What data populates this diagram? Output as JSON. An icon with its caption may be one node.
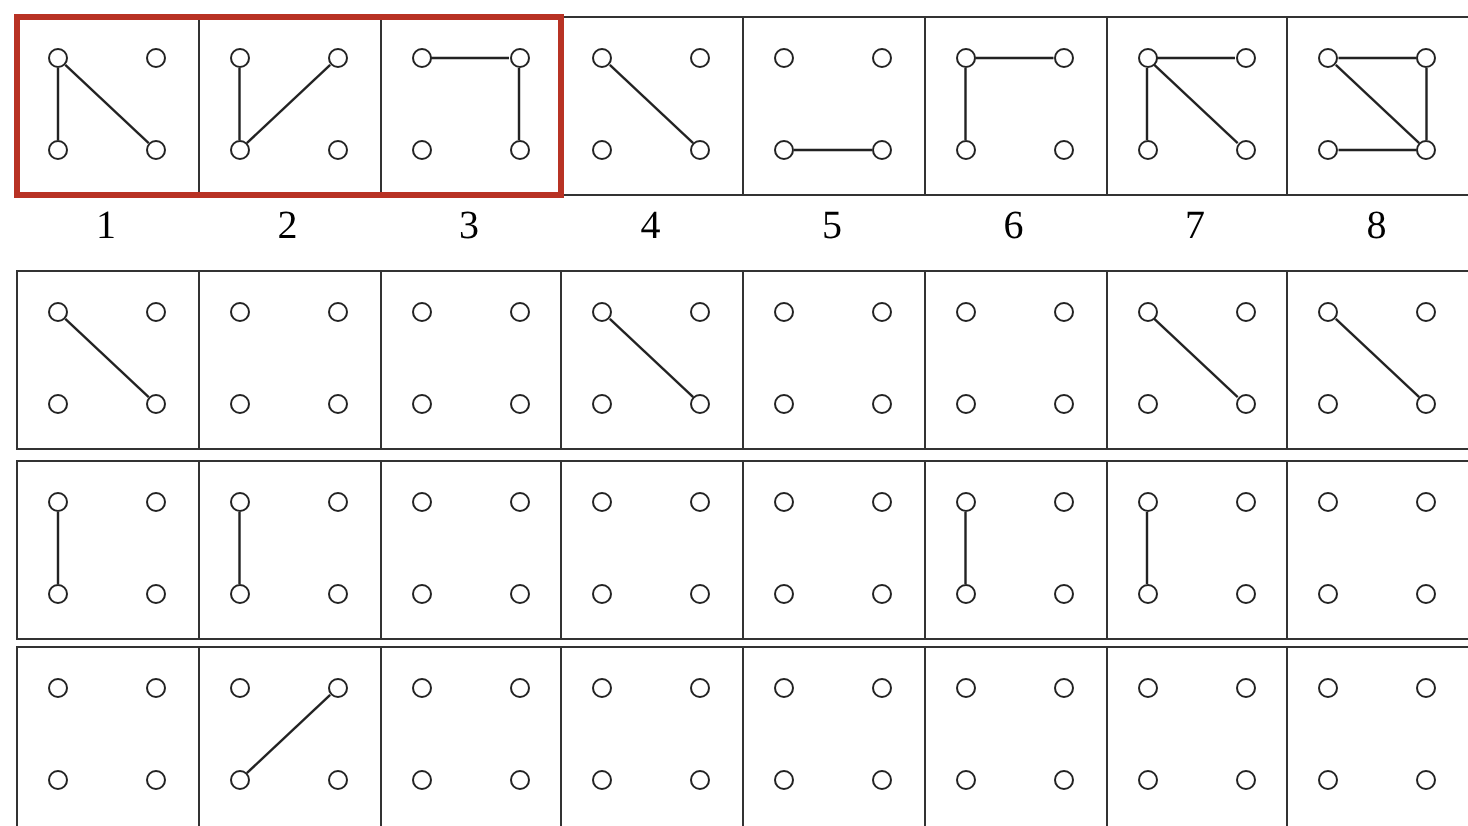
{
  "diagram": {
    "nodes": [
      {
        "text": [],
        "shape": "circle"
      },
      {
        "text": [],
        "shape": "circle"
      },
      {
        "text": [],
        "shape": "circle"
      },
      {
        "text": [],
        "shape": "circle"
      },
      {
        "text": [],
        "shape": "circle"
      },
      {
        "text": [],
        "shape": "circle"
      },
      {
        "text": [],
        "shape": "circle"
      },
      {
        "text": [],
        "shape": "circle"
      },
      {
        "text": [],
        "shape": "circle"
      },
      {
        "text": [],
        "shape": "circle"
      },
      {
        "text": [],
        "shape": "circle"
      },
      {
        "text": [],
        "shape": "circle"
      },
      {
        "text": [],
        "shape": "circle"
      },
      {
        "text": [],
        "shape": "circle"
      },
      {
        "text": [],
        "shape": "circle"
      },
      {
        "text": [],
        "shape": "circle"
      },
      {
        "text": [],
        "shape": "circle"
      },
      {
        "text": [],
        "shape": "circle"
      },
      {
        "text": [],
        "shape": "circle"
      },
      {
        "text": [],
        "shape": "circle"
      },
      {
        "text": [],
        "shape": "circle"
      },
      {
        "text": [],
        "shape": "circle"
      },
      {
        "text": [],
        "shape": "circle"
      },
      {
        "text": [],
        "shape": "circle"
      },
      {
        "text": [],
        "shape": "circle"
      },
      {
        "text": [],
        "shape": "circle"
      },
      {
        "text": [],
        "shape": "circle"
      },
      {
        "text": [],
        "shape": "circle"
      },
      {
        "text": [],
        "shape": "circle"
      },
      {
        "text": [],
        "shape": "circle"
      },
      {
        "text": [],
        "shape": "circle"
      },
      {
        "text": [],
        "shape": "circle"
      },
      {
        "text": [],
        "shape": "circle"
      },
      {
        "text": [],
        "shape": "circle"
      },
      {
        "text": [],
        "shape": "circle"
      },
      {
        "text": [],
        "shape": "circle"
      },
      {
        "text": [],
        "shape": "circle"
      },
      {
        "text": [],
        "shape": "circle"
      },
      {
        "text": [],
        "shape": "circle"
      },
      {
        "text": [],
        "shape": "circle"
      },
      {
        "text": [],
        "shape": "circle"
      },
      {
        "text": [],
        "shape": "circle"
      },
      {
        "text": [],
        "shape": "circle"
      },
      {
        "text": [],
        "shape": "circle"
      },
      {
        "text": [],
        "shape": "circle"
      },
      {
        "text": [],
        "shape": "circle"
      },
      {
        "text": [],
        "shape": "circle"
      },
      {
        "text": [],
        "shape": "circle"
      },
      {
        "text": [],
        "shape": "circle"
      },
      {
        "text": [],
        "shape": "circle"
      },
      {
        "text": [],
        "shape": "circle"
      },
      {
        "text": [],
        "shape": "circle"
      },
      {
        "text": [],
        "shape": "circle"
      },
      {
        "text": [],
        "shape": "circle"
      },
      {
        "text": [],
        "shape": "circle"
      },
      {
        "text": [],
        "shape": "circle"
      },
      {
        "text": [],
        "shape": "circle"
      },
      {
        "text": [],
        "shape": "circle"
      },
      {
        "text": [],
        "shape": "circle"
      },
      {
        "text": [],
        "shape": "circle"
      },
      {
        "text": [],
        "shape": "circle"
      },
      {
        "text": [],
        "shape": "circle"
      },
      {
        "text": [],
        "shape": "circle"
      },
      {
        "text": [],
        "shape": "circle"
      },
      {
        "text": [],
        "shape": "circle"
      },
      {
        "text": [],
        "shape": "circle"
      },
      {
        "text": [],
        "shape": "circle"
      },
      {
        "text": [],
        "shape": "circle"
      },
      {
        "text": [],
        "shape": "circle"
      },
      {
        "text": [],
        "shape": "circle"
      },
      {
        "text": [],
        "shape": "circle"
      },
      {
        "text": [],
        "shape": "circle"
      },
      {
        "text": [],
        "shape": "circle"
      },
      {
        "text": [],
        "shape": "circle"
      },
      {
        "text": [],
        "shape": "circle"
      },
      {
        "text": [],
        "shape": "circle"
      },
      {
        "text": [],
        "shape": "circle"
      },
      {
        "text": [],
        "shape": "circle"
      },
      {
        "text": [],
        "shape": "circle"
      },
      {
        "text": [],
        "shape": "circle"
      },
      {
        "text": [],
        "shape": "circle"
      },
      {
        "text": [],
        "shape": "circle"
      },
      {
        "text": [],
        "shape": "circle"
      },
      {
        "text": [],
        "shape": "circle"
      },
      {
        "text": [],
        "shape": "circle"
      },
      {
        "text": [],
        "shape": "circle"
      },
      {
        "text": [],
        "shape": "circle"
      },
      {
        "text": [],
        "shape": "circle"
      },
      {
        "text": [],
        "shape": "circle"
      },
      {
        "text": [],
        "shape": "circle"
      },
      {
        "text": [],
        "shape": "circle"
      },
      {
        "text": [],
        "shape": "circle"
      },
      {
        "text": [],
        "shape": "circle"
      },
      {
        "text": [],
        "shape": "circle"
      },
      {
        "text": [],
        "shape": "circle"
      },
      {
        "text": [],
        "shape": "circle"
      },
      {
        "text": [],
        "shape": "circle"
      },
      {
        "text": [],
        "shape": "circle"
      },
      {
        "text": [],
        "shape": "circle"
      },
      {
        "text": [],
        "shape": "circle"
      },
      {
        "text": [],
        "shape": "circle"
      },
      {
        "text": [],
        "shape": "circle"
      },
      {
        "text": [],
        "shape": "circle"
      },
      {
        "text": [],
        "shape": "circle"
      },
      {
        "text": [],
        "shape": "circle"
      },
      {
        "text": [],
        "shape": "circle"
      },
      {
        "text": [],
        "shape": "circle"
      },
      {
        "text": [],
        "shape": "circle"
      },
      {
        "text": [],
        "shape": "circle"
      },
      {
        "text": [],
        "shape": "circle"
      },
      {
        "text": [],
        "shape": "circle"
      },
      {
        "text": [],
        "shape": "circle"
      },
      {
        "text": [],
        "shape": "circle"
      },
      {
        "text": [],
        "shape": "circle"
      },
      {
        "text": [],
        "shape": "circle"
      },
      {
        "text": [],
        "shape": "circle"
      },
      {
        "text": [],
        "shape": "circle"
      },
      {
        "text": [],
        "shape": "circle"
      },
      {
        "text": [],
        "shape": "circle"
      },
      {
        "text": [],
        "shape": "circle"
      },
      {
        "text": [],
        "shape": "circle"
      },
      {
        "text": [],
        "shape": "circle"
      },
      {
        "text": [],
        "shape": "circle"
      },
      {
        "text": [],
        "shape": "circle"
      },
      {
        "text": [],
        "shape": "circle"
      },
      {
        "text": [],
        "shape": "circle"
      },
      {
        "text": [],
        "shape": "circle"
      },
      {
        "text": [],
        "shape": "circle"
      }
    ],
    "edges": [
      {
        "from": 0,
        "to": 2,
        "arrow": "none"
      },
      {
        "from": 0,
        "to": 3,
        "arrow": "none"
      },
      {
        "from": 4,
        "to": 6,
        "arrow": "none"
      },
      {
        "from": 6,
        "to": 5,
        "arrow": "none"
      },
      {
        "from": 8,
        "to": 9,
        "arrow": "none"
      },
      {
        "from": 9,
        "to": 11,
        "arrow": "none"
      },
      {
        "from": 12,
        "to": 15,
        "arrow": "none"
      },
      {
        "from": 18,
        "to": 19,
        "arrow": "none"
      },
      {
        "from": 20,
        "to": 21,
        "arrow": "none"
      },
      {
        "from": 20,
        "to": 22,
        "arrow": "none"
      },
      {
        "from": 24,
        "to": 25,
        "arrow": "none"
      },
      {
        "from": 24,
        "to": 26,
        "arrow": "none"
      },
      {
        "from": 24,
        "to": 27,
        "arrow": "none"
      },
      {
        "from": 28,
        "to": 29,
        "arrow": "none"
      },
      {
        "from": 28,
        "to": 31,
        "arrow": "none"
      },
      {
        "from": 29,
        "to": 31,
        "arrow": "none"
      },
      {
        "from": 30,
        "to": 31,
        "arrow": "none"
      },
      {
        "from": 32,
        "to": 35,
        "arrow": "none"
      },
      {
        "from": 44,
        "to": 47,
        "arrow": "none"
      },
      {
        "from": 56,
        "to": 59,
        "arrow": "none"
      },
      {
        "from": 60,
        "to": 63,
        "arrow": "none"
      },
      {
        "from": 64,
        "to": 66,
        "arrow": "none"
      },
      {
        "from": 68,
        "to": 70,
        "arrow": "none"
      },
      {
        "from": 84,
        "to": 86,
        "arrow": "none"
      },
      {
        "from": 88,
        "to": 90,
        "arrow": "none"
      },
      {
        "from": 102,
        "to": 101,
        "arrow": "none"
      }
    ],
    "labels": [
      "1",
      "2",
      "3",
      "4",
      "5",
      "6",
      "7",
      "8"
    ]
  }
}
